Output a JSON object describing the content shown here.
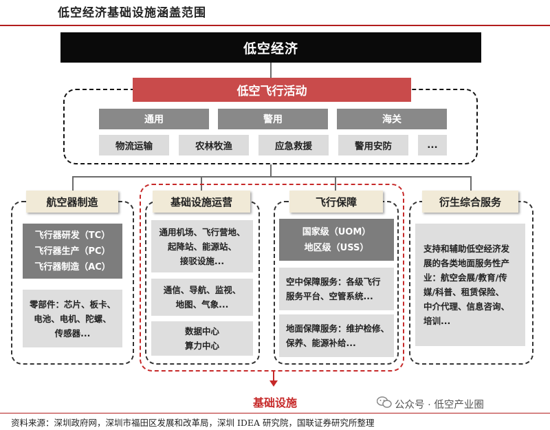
{
  "header": {
    "title": "低空经济基础设施涵盖范围"
  },
  "top": {
    "main": "低空经济",
    "activity": "低空飞行活动",
    "categories": [
      "通用",
      "警用",
      "海关"
    ],
    "scenarios": [
      "物流运输",
      "农林牧渔",
      "应急救援",
      "警用安防",
      "..."
    ]
  },
  "sections": {
    "manufacturing": {
      "title": "航空器制造",
      "dark_lines": [
        "飞行器研发（TC）",
        "飞行器生产（PC）",
        "飞行器制造（AC）"
      ],
      "parts_lines": [
        "零部件：芯片、板卡、",
        "电池、电机、陀螺、",
        "传感器..."
      ]
    },
    "infra_ops": {
      "title": "基础设施运营",
      "box1_lines": [
        "通用机场、飞行营地、",
        "起降站、能源站、",
        "接驳设施..."
      ],
      "box2_lines": [
        "通信、导航、监视、",
        "地图、气象..."
      ],
      "box3_lines": [
        "数据中心",
        "算力中心"
      ]
    },
    "flight_support": {
      "title": "飞行保障",
      "dark_lines": [
        "国家级（UOM）",
        "地区级（USS）"
      ],
      "box2_lines": [
        "空中保障服务：各级飞行",
        "服务平台、空管系统..."
      ],
      "box3_lines": [
        "地面保障服务：维护检修、",
        "保养、能源补给..."
      ]
    },
    "derivative": {
      "title": "衍生综合服务",
      "lines": [
        "支持和辅助低空经济发",
        "展的各类地面服务性产",
        "业：航空会展/教育/传",
        "媒/科普、租赁保险、",
        "中介代理、信息咨询、",
        "培训..."
      ]
    }
  },
  "infra_label": "基础设施",
  "watermark": "公众号 · 低空产业圈",
  "footer": {
    "source": "资料来源：深圳政府网，深圳市福田区发展和改革局，深圳 IDEA 研究院，国联证券研究所整理"
  },
  "colors": {
    "accent_red": "#c62828",
    "activity_red": "#c94b4b",
    "dark_gray": "#7d7d7d",
    "light_gray": "#dedede",
    "title_tan": "#f1ead7"
  }
}
